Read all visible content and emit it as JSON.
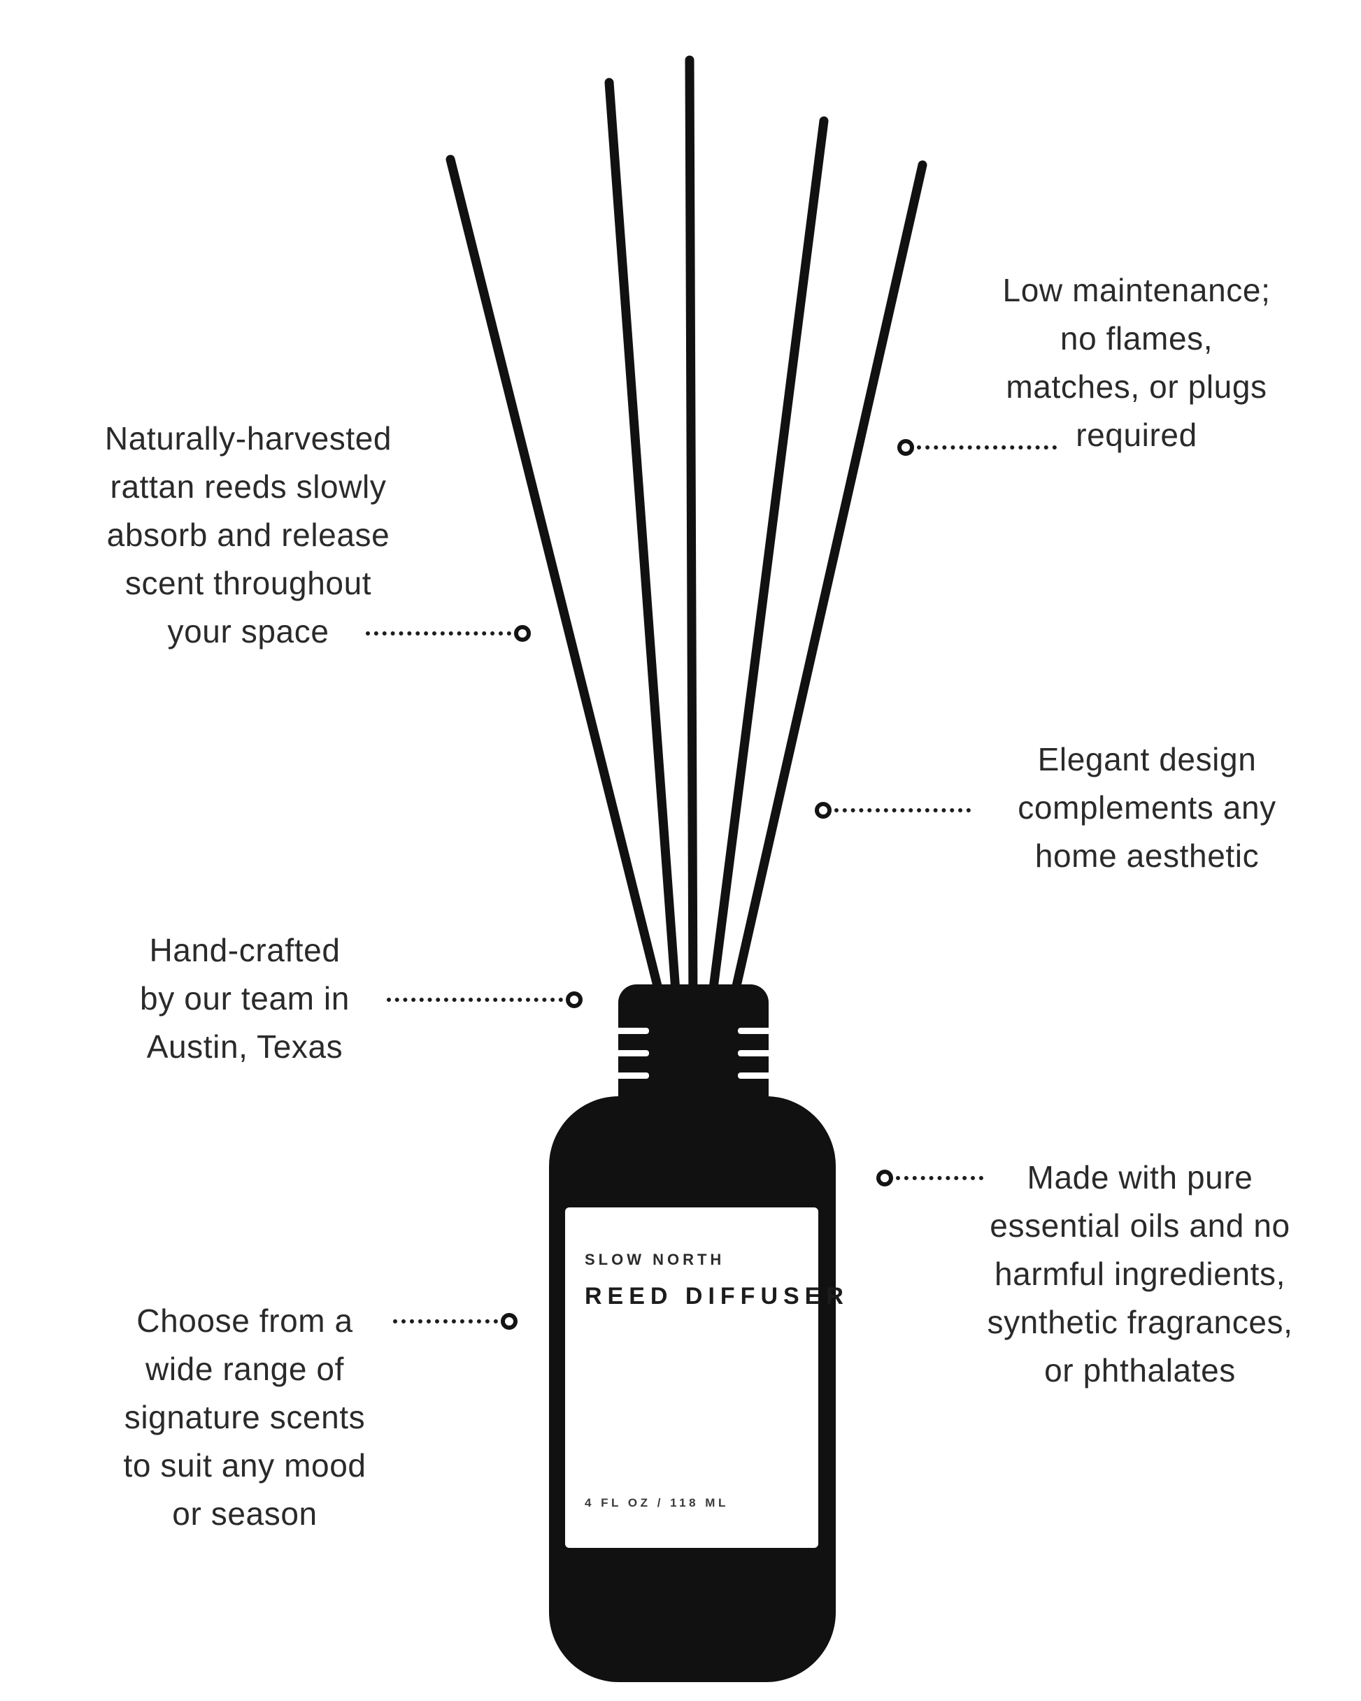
{
  "colors": {
    "ink": "#111111",
    "background": "#ffffff"
  },
  "callouts": [
    {
      "name": "rattan-reeds",
      "lines": [
        "Naturally-harvested",
        "rattan reeds slowly",
        "absorb and release",
        "scent throughout",
        "your space"
      ]
    },
    {
      "name": "low-maintenance",
      "lines": [
        "Low maintenance;",
        "no flames,",
        "matches, or plugs",
        "required"
      ]
    },
    {
      "name": "elegant-design",
      "lines": [
        "Elegant design",
        "complements any",
        "home aesthetic"
      ]
    },
    {
      "name": "hand-crafted",
      "lines": [
        "Hand-crafted",
        "by our team in",
        "Austin, Texas"
      ]
    },
    {
      "name": "pure-oils",
      "lines": [
        "Made with pure",
        "essential oils and no",
        "harmful ingredients,",
        "synthetic fragrances,",
        "or phthalates"
      ]
    },
    {
      "name": "scent-range",
      "lines": [
        "Choose from a",
        "wide range of",
        "signature scents",
        "to suit any mood",
        "or season"
      ]
    }
  ],
  "label": {
    "brand": "SLOW NORTH",
    "product": "REED DIFFUSER",
    "volume": "4 FL OZ / 118 ML"
  }
}
